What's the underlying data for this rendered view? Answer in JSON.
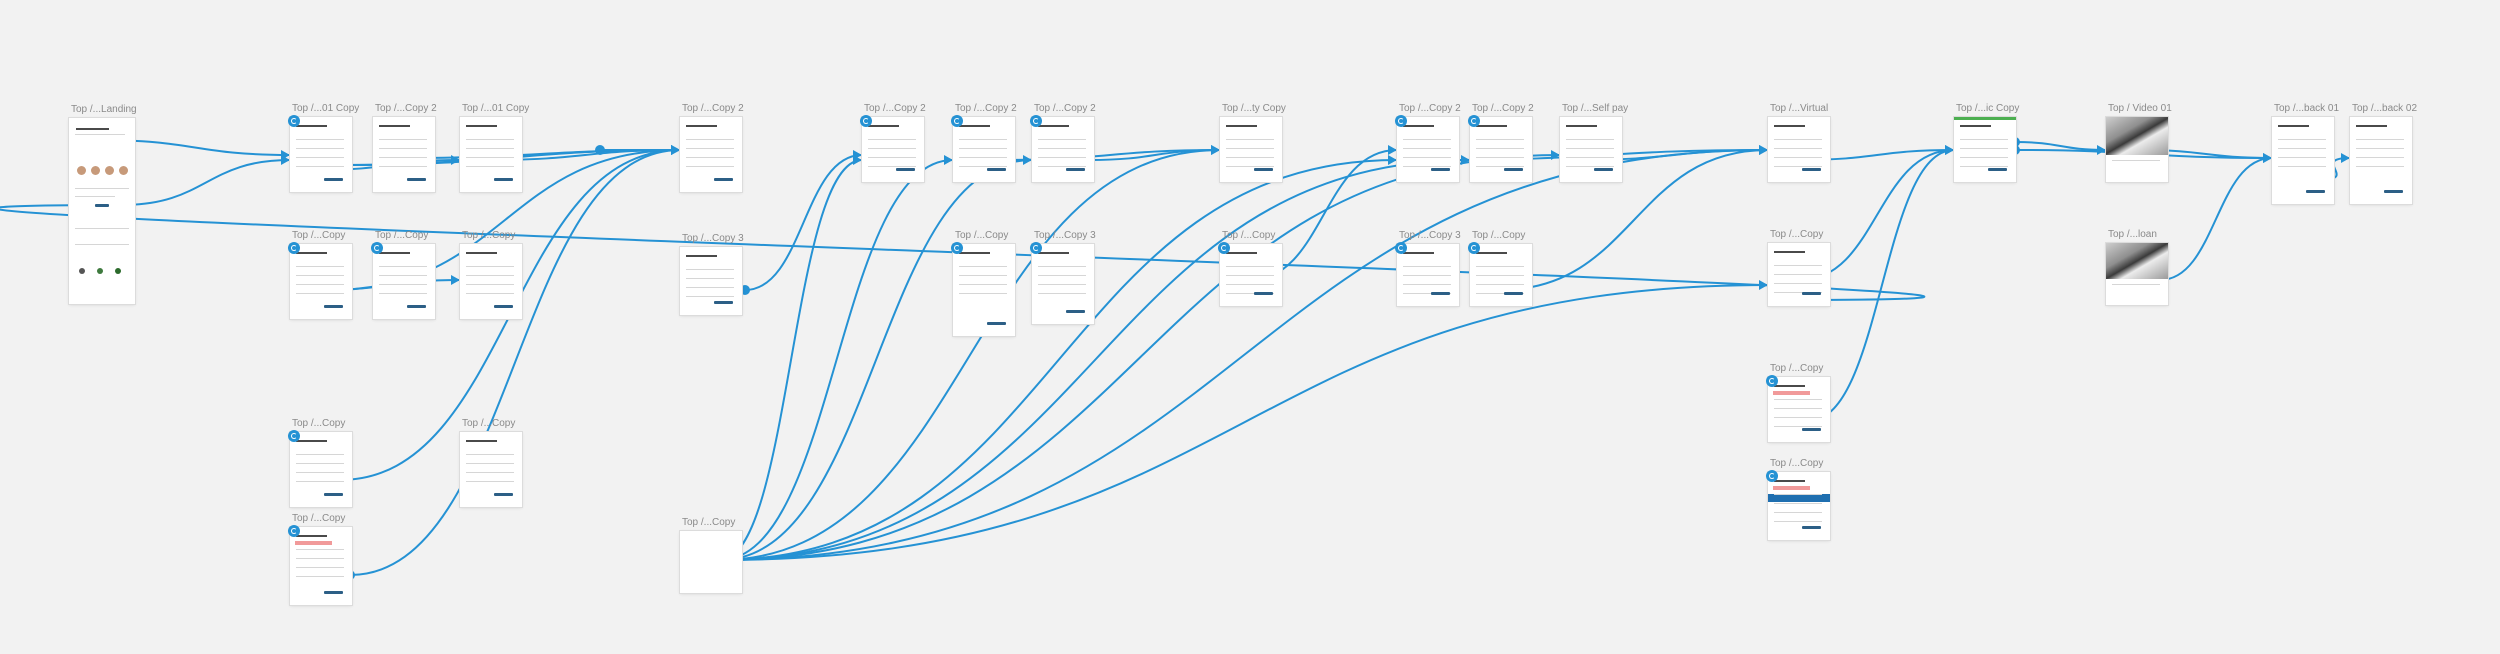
{
  "canvas": {
    "background": "#f2f2f2",
    "link_color": "#2592d4"
  },
  "artboards": [
    {
      "id": "landing",
      "label": "Top /...Landing",
      "kind": "landing"
    },
    {
      "id": "a01",
      "label": "Top /...01 Copy",
      "kind": "form",
      "start": true
    },
    {
      "id": "a02",
      "label": "Top /...Copy 2",
      "kind": "form"
    },
    {
      "id": "a03",
      "label": "Top /...01 Copy",
      "kind": "form"
    },
    {
      "id": "a04",
      "label": "Top /...Copy",
      "kind": "form",
      "start": true
    },
    {
      "id": "a05",
      "label": "Top /...Copy",
      "kind": "form",
      "start": true
    },
    {
      "id": "a06",
      "label": "Top /...Copy",
      "kind": "form"
    },
    {
      "id": "a07",
      "label": "Top /...Copy",
      "kind": "form",
      "start": true
    },
    {
      "id": "a08",
      "label": "Top /...Copy",
      "kind": "form"
    },
    {
      "id": "a09",
      "label": "Top /...Copy",
      "kind": "error",
      "start": true
    },
    {
      "id": "b01",
      "label": "Top /...Copy 2",
      "kind": "form"
    },
    {
      "id": "b02",
      "label": "Top /...Copy 3",
      "kind": "form"
    },
    {
      "id": "b03",
      "label": "Top /...Copy",
      "kind": "blank"
    },
    {
      "id": "c01",
      "label": "Top /...Copy 2",
      "kind": "form",
      "start": true
    },
    {
      "id": "c02",
      "label": "Top /...Copy 2",
      "kind": "form",
      "start": true
    },
    {
      "id": "c03",
      "label": "Top /...Copy 2",
      "kind": "form",
      "start": true
    },
    {
      "id": "c04",
      "label": "Top /...Copy",
      "kind": "form",
      "start": true
    },
    {
      "id": "c05",
      "label": "Top /...Copy 3",
      "kind": "form",
      "start": true
    },
    {
      "id": "d01",
      "label": "Top /...ty Copy",
      "kind": "form"
    },
    {
      "id": "d02",
      "label": "Top /...Copy",
      "kind": "form",
      "start": true
    },
    {
      "id": "e01",
      "label": "Top /...Copy 2",
      "kind": "form",
      "start": true
    },
    {
      "id": "e02",
      "label": "Top /...Copy 2",
      "kind": "form",
      "start": true
    },
    {
      "id": "e03",
      "label": "Top /...Self pay",
      "kind": "form"
    },
    {
      "id": "e04",
      "label": "Top /...Copy 3",
      "kind": "form",
      "start": true
    },
    {
      "id": "e05",
      "label": "Top /...Copy",
      "kind": "form",
      "start": true
    },
    {
      "id": "f01",
      "label": "Top /...Virtual",
      "kind": "form"
    },
    {
      "id": "f02",
      "label": "Top /...Copy",
      "kind": "form"
    },
    {
      "id": "f03",
      "label": "Top /...Copy",
      "kind": "error",
      "start": true
    },
    {
      "id": "f04",
      "label": "Top /...Copy",
      "kind": "error-blue",
      "start": true
    },
    {
      "id": "g01",
      "label": "Top /...ic Copy",
      "kind": "success"
    },
    {
      "id": "h01",
      "label": "Top / Video 01",
      "kind": "video"
    },
    {
      "id": "h02",
      "label": "Top /...loan",
      "kind": "video"
    },
    {
      "id": "i01",
      "label": "Top /...back 01",
      "kind": "form"
    },
    {
      "id": "i02",
      "label": "Top /...back 02",
      "kind": "form"
    }
  ]
}
